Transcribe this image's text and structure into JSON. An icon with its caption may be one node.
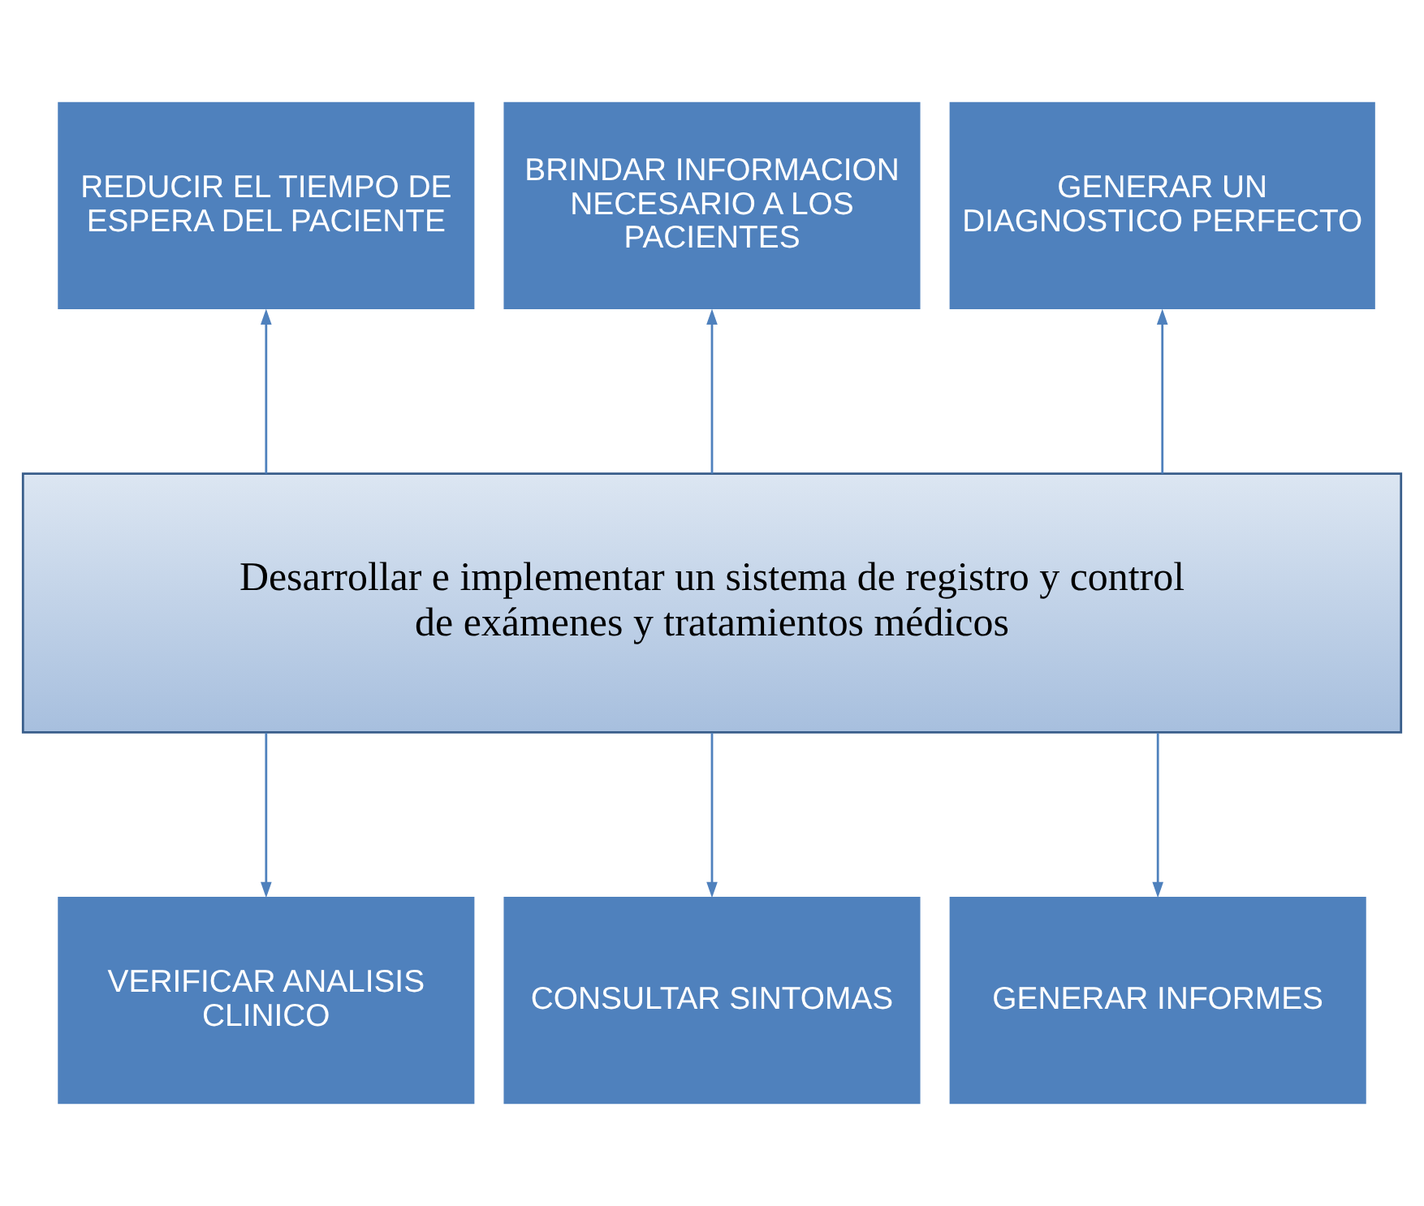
{
  "diagram": {
    "nodes": [
      {
        "text": [
          "REDUCIR EL TIEMPO DE ESPERA DEL PACIENTE"
        ]
      },
      {
        "text": [
          "BRINDAR INFORMACION NECESARIO A LOS PACIENTES"
        ]
      },
      {
        "text": [
          "GENERAR UN DIAGNOSTICO PERFECTO"
        ]
      },
      {
        "text": [
          "Desarrollar e implementar un sistema de registro y control de exámenes y tratamientos médicos"
        ]
      },
      {
        "text": [
          "VERIFICAR ANALISIS CLINICO"
        ]
      },
      {
        "text": [
          "CONSULTAR SINTOMAS"
        ]
      },
      {
        "text": [
          "GENERAR INFORMES"
        ]
      }
    ],
    "edges": [
      {
        "from": 3,
        "to": 0,
        "arrow": "to"
      },
      {
        "from": 3,
        "to": 1,
        "arrow": "to"
      },
      {
        "from": 3,
        "to": 2,
        "arrow": "to"
      },
      {
        "from": 3,
        "to": 4,
        "arrow": "to"
      },
      {
        "from": 3,
        "to": 5,
        "arrow": "to"
      },
      {
        "from": 3,
        "to": 6,
        "arrow": "to"
      }
    ]
  }
}
